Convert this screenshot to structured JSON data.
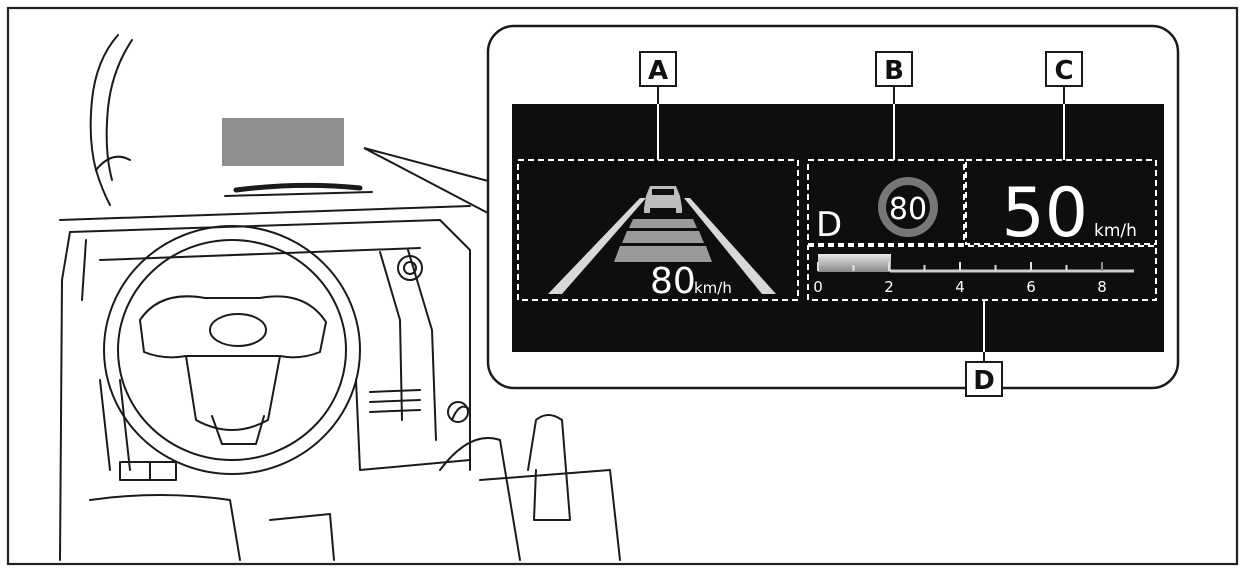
{
  "callouts": {
    "a": "A",
    "b": "B",
    "c": "C",
    "d": "D"
  },
  "hud": {
    "cruise_set_speed": "80",
    "cruise_unit": "km/h",
    "gear": "D",
    "speed_limit_sign": "80",
    "current_speed": "50",
    "current_speed_unit": "km/h",
    "tachometer_ticks": [
      "0",
      "2",
      "4",
      "6",
      "8"
    ],
    "tachometer_fill_fraction": 0.23
  }
}
